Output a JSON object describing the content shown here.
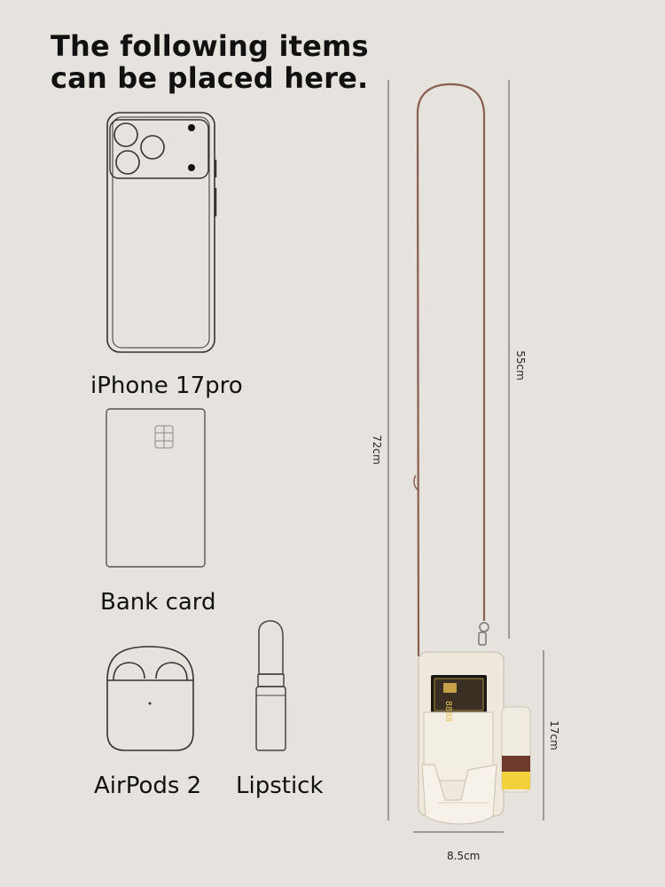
{
  "heading": {
    "line1": "The following items",
    "line2": "can be placed here."
  },
  "items": [
    {
      "label": "iPhone 17pro",
      "icon": "phone-icon"
    },
    {
      "label": "Bank card",
      "icon": "bank-card-icon"
    },
    {
      "label": "AirPods 2",
      "icon": "airpods-case-icon"
    },
    {
      "label": "Lipstick",
      "icon": "lipstick-icon"
    }
  ],
  "card_digits": "8888",
  "dimensions": {
    "total_length": "72cm",
    "strap_length": "55cm",
    "bag_height": "17cm",
    "bag_width": "8.5cm"
  },
  "colors": {
    "background": "#e6e3df",
    "bag": "#efe9dd",
    "strap": "#8a5e4e",
    "lipstick_stripe_brown": "#6d3a2c",
    "lipstick_stripe_yellow": "#f2d13c"
  }
}
